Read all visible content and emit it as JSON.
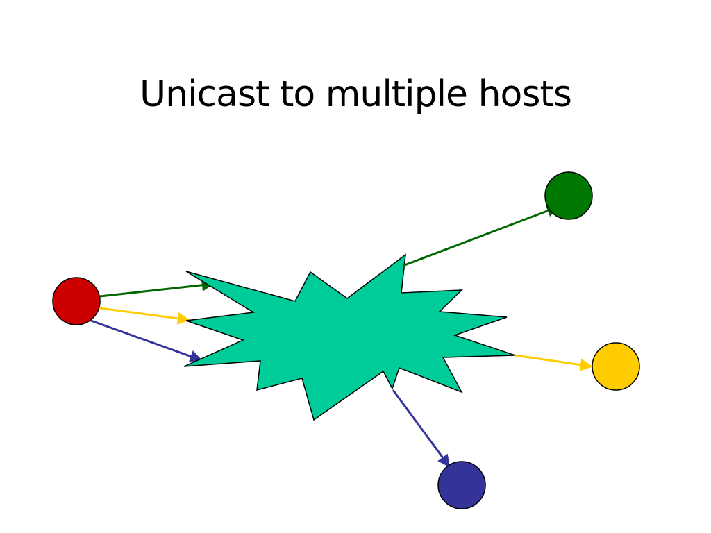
{
  "slide": {
    "title": "Unicast to multiple hosts"
  },
  "diagram": {
    "network_color": "#00CC99",
    "hosts": [
      {
        "role": "sender",
        "color": "#CC0000"
      },
      {
        "role": "receiver",
        "color": "#007700"
      },
      {
        "role": "receiver",
        "color": "#FFCC00"
      },
      {
        "role": "receiver",
        "color": "#333399"
      }
    ],
    "flows": [
      {
        "receiver": "green",
        "color": "#006600"
      },
      {
        "receiver": "yellow",
        "color": "#FFCC00"
      },
      {
        "receiver": "blue",
        "color": "#333399"
      }
    ]
  }
}
